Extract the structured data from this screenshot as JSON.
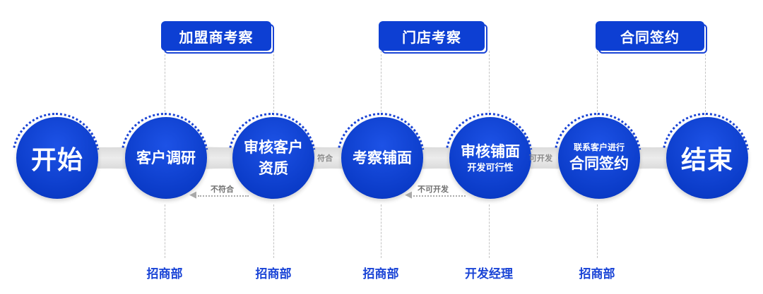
{
  "phases": [
    {
      "label": "加盟商考察"
    },
    {
      "label": "门店考察"
    },
    {
      "label": "合同签约"
    }
  ],
  "nodes": [
    {
      "lines": [
        "开始"
      ]
    },
    {
      "lines": [
        "客户调研"
      ]
    },
    {
      "lines": [
        "审核客户",
        "资质"
      ]
    },
    {
      "lines": [
        "考察铺面"
      ]
    },
    {
      "lines": [
        "审核铺面",
        "开发可行性"
      ]
    },
    {
      "lines": [
        "联系客户进行",
        "合同签约"
      ]
    },
    {
      "lines": [
        "结束"
      ]
    }
  ],
  "connector_labels": {
    "pass": "符合",
    "feasible": "可开发"
  },
  "back_arrows": {
    "not_qualified": "不符合",
    "not_feasible": "不可开发"
  },
  "departments": [
    "招商部",
    "招商部",
    "招商部",
    "开发经理",
    "招商部"
  ],
  "colors": {
    "primary": "#0d3fd3",
    "band": "#e3e3e3",
    "dashed": "#c3c3c3",
    "muted_text": "#8a8a8a"
  }
}
